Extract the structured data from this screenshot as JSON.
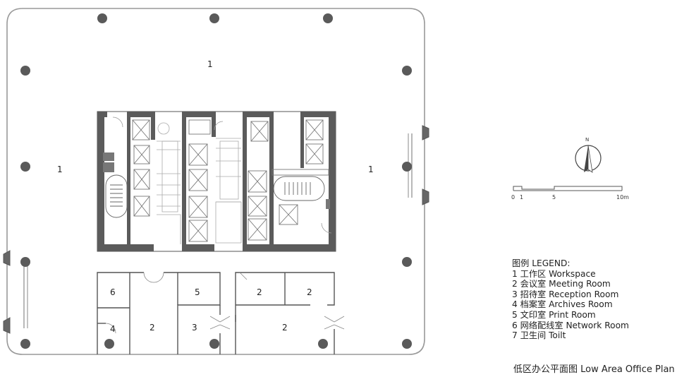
{
  "rooms": {
    "r1a": "1",
    "r1b": "1",
    "r1c": "1",
    "r6": "6",
    "r4": "4",
    "r2a": "2",
    "r5": "5",
    "r3": "3",
    "r2b": "2",
    "r2c": "2",
    "r2d": "2"
  },
  "compass": {
    "north": "N"
  },
  "scale_bar": {
    "l0": "0",
    "l1": "1",
    "l5": "5",
    "l10": "10m"
  },
  "legend": {
    "title": "图例 LEGEND:",
    "items": [
      "1 工作区 Workspace",
      "2 会议室 Meeting Room",
      "3 招待室 Reception Room",
      "4 档案室 Archives Room",
      "5 文印室 Print Room",
      "6 网络配线室 Network Room",
      "7 卫生间 Toilt"
    ]
  },
  "caption": "低区办公平面图 Low Area Office Plan",
  "colors": {
    "wall": "#555555",
    "line": "#9a9a9a",
    "column": "#5a5a5a",
    "ink": "#222222"
  }
}
